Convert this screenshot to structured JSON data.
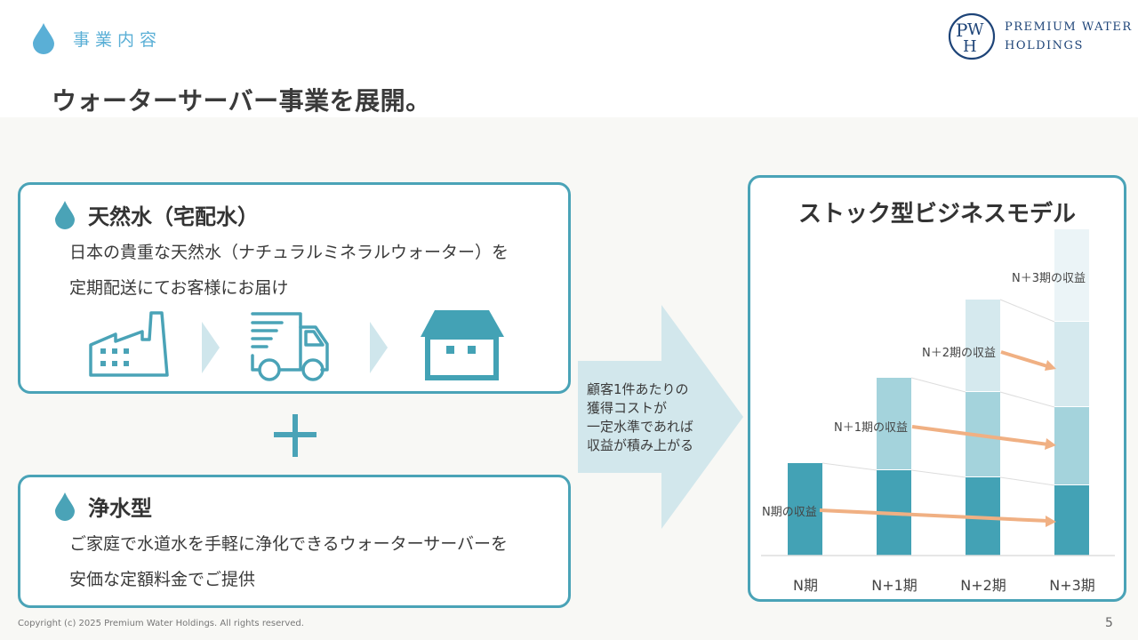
{
  "header": {
    "section_label": "事業内容",
    "page_title": "ウォーターサーバー事業を展開。",
    "logo": {
      "mark_letters": "PWH",
      "line1": "PREMIUM WATER",
      "line2": "HOLDINGS"
    }
  },
  "colors": {
    "accent_teal": "#4aa3b7",
    "label_blue": "#5aafd6",
    "logo_navy": "#1e4478",
    "arrow_orange": "#f0b083",
    "bar_dark": "#43a2b5",
    "bar_mid": "#a4d3dc",
    "bar_light": "#d5e9ee",
    "bar_lightest": "#ebf4f7"
  },
  "cards": [
    {
      "title": "天然水（宅配水）",
      "lines": [
        "日本の貴重な天然水（ナチュラルミネラルウォーター）を",
        "定期配送にてお客様にお届け"
      ],
      "icons": [
        "factory-icon",
        "chevron-right-icon",
        "delivery-truck-icon",
        "chevron-right-icon",
        "house-icon"
      ]
    },
    {
      "title": "浄水型",
      "lines": [
        "ご家庭で水道水を手軽に浄化できるウォーターサーバーを",
        "安価な定額料金でご提供"
      ]
    }
  ],
  "plus_symbol": "+",
  "arrow_callout": {
    "lines": [
      "顧客1件あたりの",
      "獲得コストが",
      "一定水準であれば",
      "収益が積み上がる"
    ]
  },
  "chart_data": {
    "type": "bar",
    "stacked": true,
    "title": "ストック型ビジネスモデル",
    "categories": [
      "N期",
      "N+1期",
      "N+2期",
      "N+3期"
    ],
    "series": [
      {
        "name": "N期の収益",
        "values": [
          104,
          96,
          88,
          79
        ],
        "color": "#43a2b5"
      },
      {
        "name": "N+1期の収益",
        "values": [
          0,
          104,
          96,
          88
        ],
        "color": "#a4d3dc"
      },
      {
        "name": "N+2期の収益",
        "values": [
          0,
          0,
          104,
          96
        ],
        "color": "#d5e9ee"
      },
      {
        "name": "N+3期の収益",
        "values": [
          0,
          0,
          0,
          104
        ],
        "color": "#ebf4f7"
      }
    ],
    "annotations": [
      "N期の収益",
      "N+1期の収益",
      "N+2期の収益",
      "N+3期の収益"
    ],
    "xlabel": "",
    "ylabel": "",
    "grid": false,
    "legend": "none (inline labels with arrows)"
  },
  "chart_labels": {
    "n": "N期の収益",
    "n1": "N＋1期の収益",
    "n2": "N＋2期の収益",
    "n3": "N＋3期の収益",
    "x0": "N期",
    "x1": "N+1期",
    "x2": "N+2期",
    "x3": "N+3期"
  },
  "footer": {
    "copyright": "Copyright (c) 2025 Premium Water Holdings. All rights reserved.",
    "page_number": "5"
  }
}
